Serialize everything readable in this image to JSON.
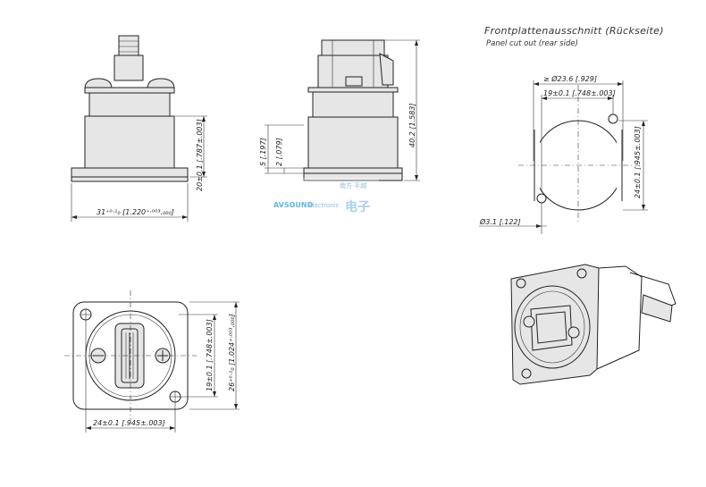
{
  "header": {
    "title": "Frontplattenausschnitt (Rückseite)",
    "subtitle": "Panel cut out (rear side)"
  },
  "dims": {
    "side_left_width": "31⁺⁰·¹₀ [1.220⁺·⁰⁰³.₀₀₀]",
    "side_left_height": "20±0.1 [.787±.003]",
    "side_mid_5": "5 [.197]",
    "side_mid_2": "2 [.079]",
    "side_mid_40": "40.2 [1.583]",
    "cut_diam": "≥ Ø23.6 [.929]",
    "cut_19": "19±0.1 [.748±.003]",
    "cut_24": "24±0.1 [.945±.003]",
    "cut_hole": "Ø3.1 [.122]",
    "front_19": "19±0.1 [.748±.003]",
    "front_26": "26⁺⁰·¹₀ [1.024⁺·⁰⁰³.₀₀₀]",
    "front_24": "24±0.1 [.945±.003]"
  },
  "watermark": {
    "brand": "AVSOUND",
    "word": "Electronic",
    "cn_small": "南方·平越",
    "cn_big": "电子"
  }
}
